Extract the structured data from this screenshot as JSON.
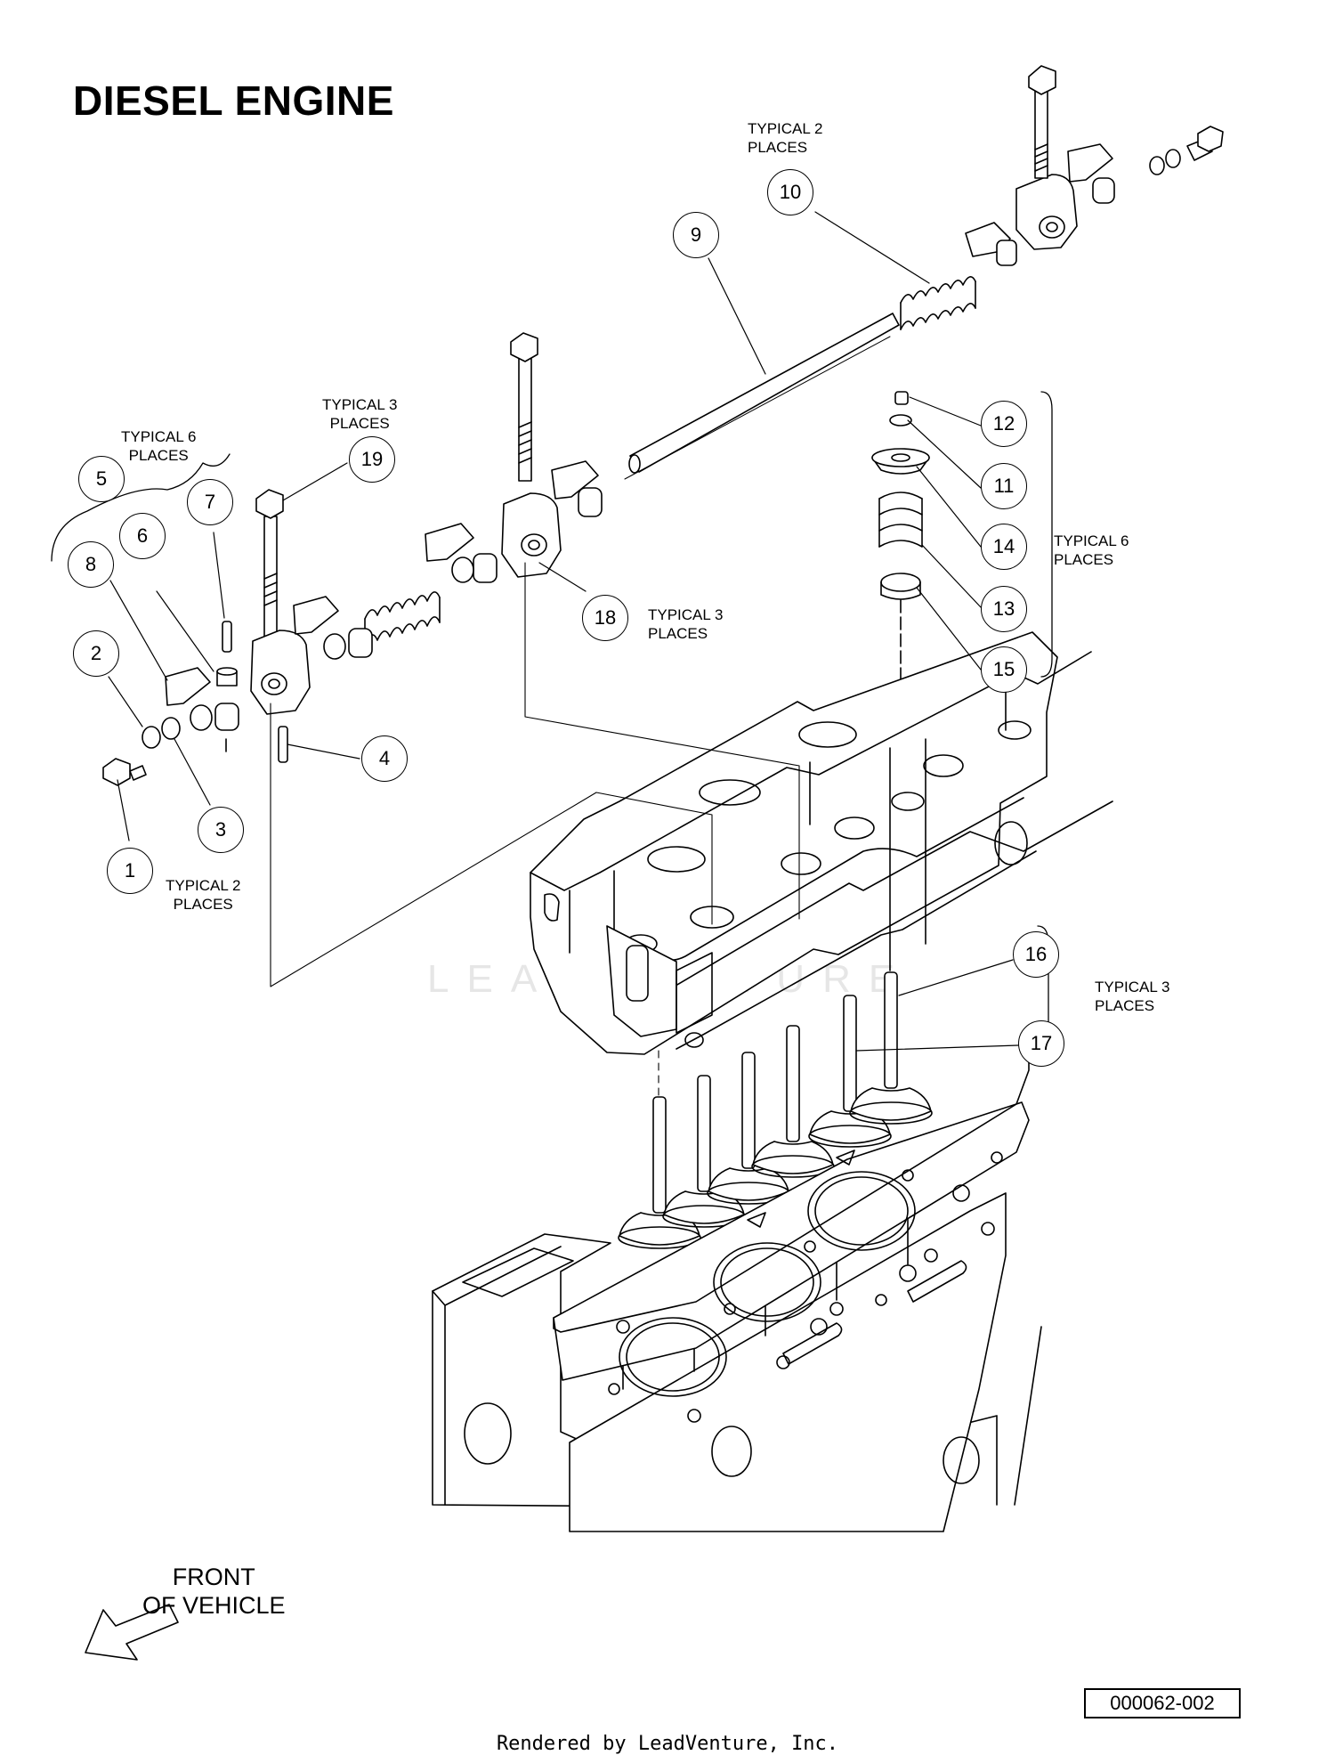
{
  "title": "DIESEL ENGINE",
  "watermark": "LEADVENTURE",
  "notes": {
    "n1": "TYPICAL 2\nPLACES",
    "n2": "TYPICAL 6\nPLACES",
    "n3": "TYPICAL 3\nPLACES",
    "n4": "TYPICAL 3\nPLACES",
    "n5": "TYPICAL 6\nPLACES",
    "n6": "TYPICAL 3\nPLACES",
    "n7": "TYPICAL 2\nPLACES"
  },
  "callouts": [
    "1",
    "2",
    "3",
    "4",
    "5",
    "6",
    "7",
    "8",
    "9",
    "10",
    "11",
    "12",
    "13",
    "14",
    "15",
    "16",
    "17",
    "18",
    "19"
  ],
  "front_label": "FRONT\nOF VEHICLE",
  "part_number": "000062-002",
  "footer": "Rendered by LeadVenture, Inc."
}
